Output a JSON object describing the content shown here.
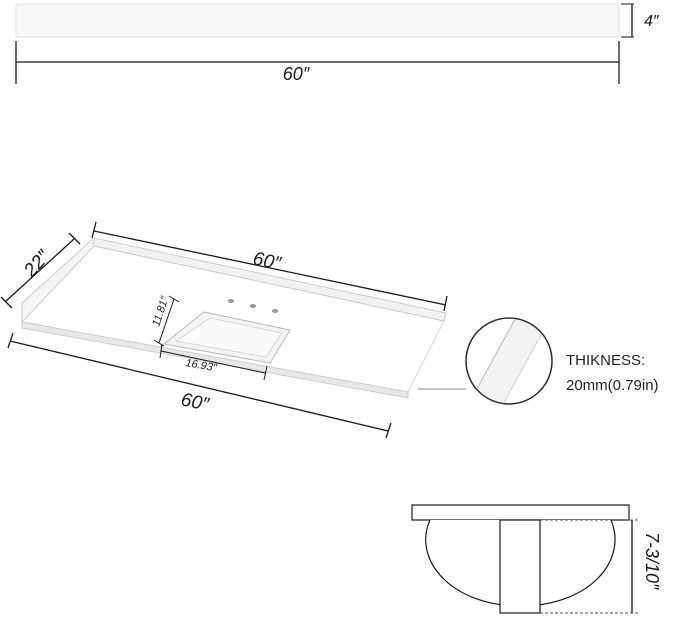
{
  "backsplash": {
    "width_label": "60″",
    "height_label": "4″"
  },
  "countertop": {
    "depth_label": "22″",
    "width_back_label": "60″",
    "width_front_label": "60″"
  },
  "sink": {
    "depth_label": "11.81″",
    "width_label": "16.93″"
  },
  "thickness": {
    "title": "THIKNESS:",
    "value": "20mm(0.79in)"
  },
  "bowl": {
    "height_label": "7-3/10″"
  },
  "colors": {
    "line": "#1a1a1a",
    "surface": "#ffffff",
    "edge": "#cfcfcf",
    "shadow": "#e6e6e6"
  }
}
